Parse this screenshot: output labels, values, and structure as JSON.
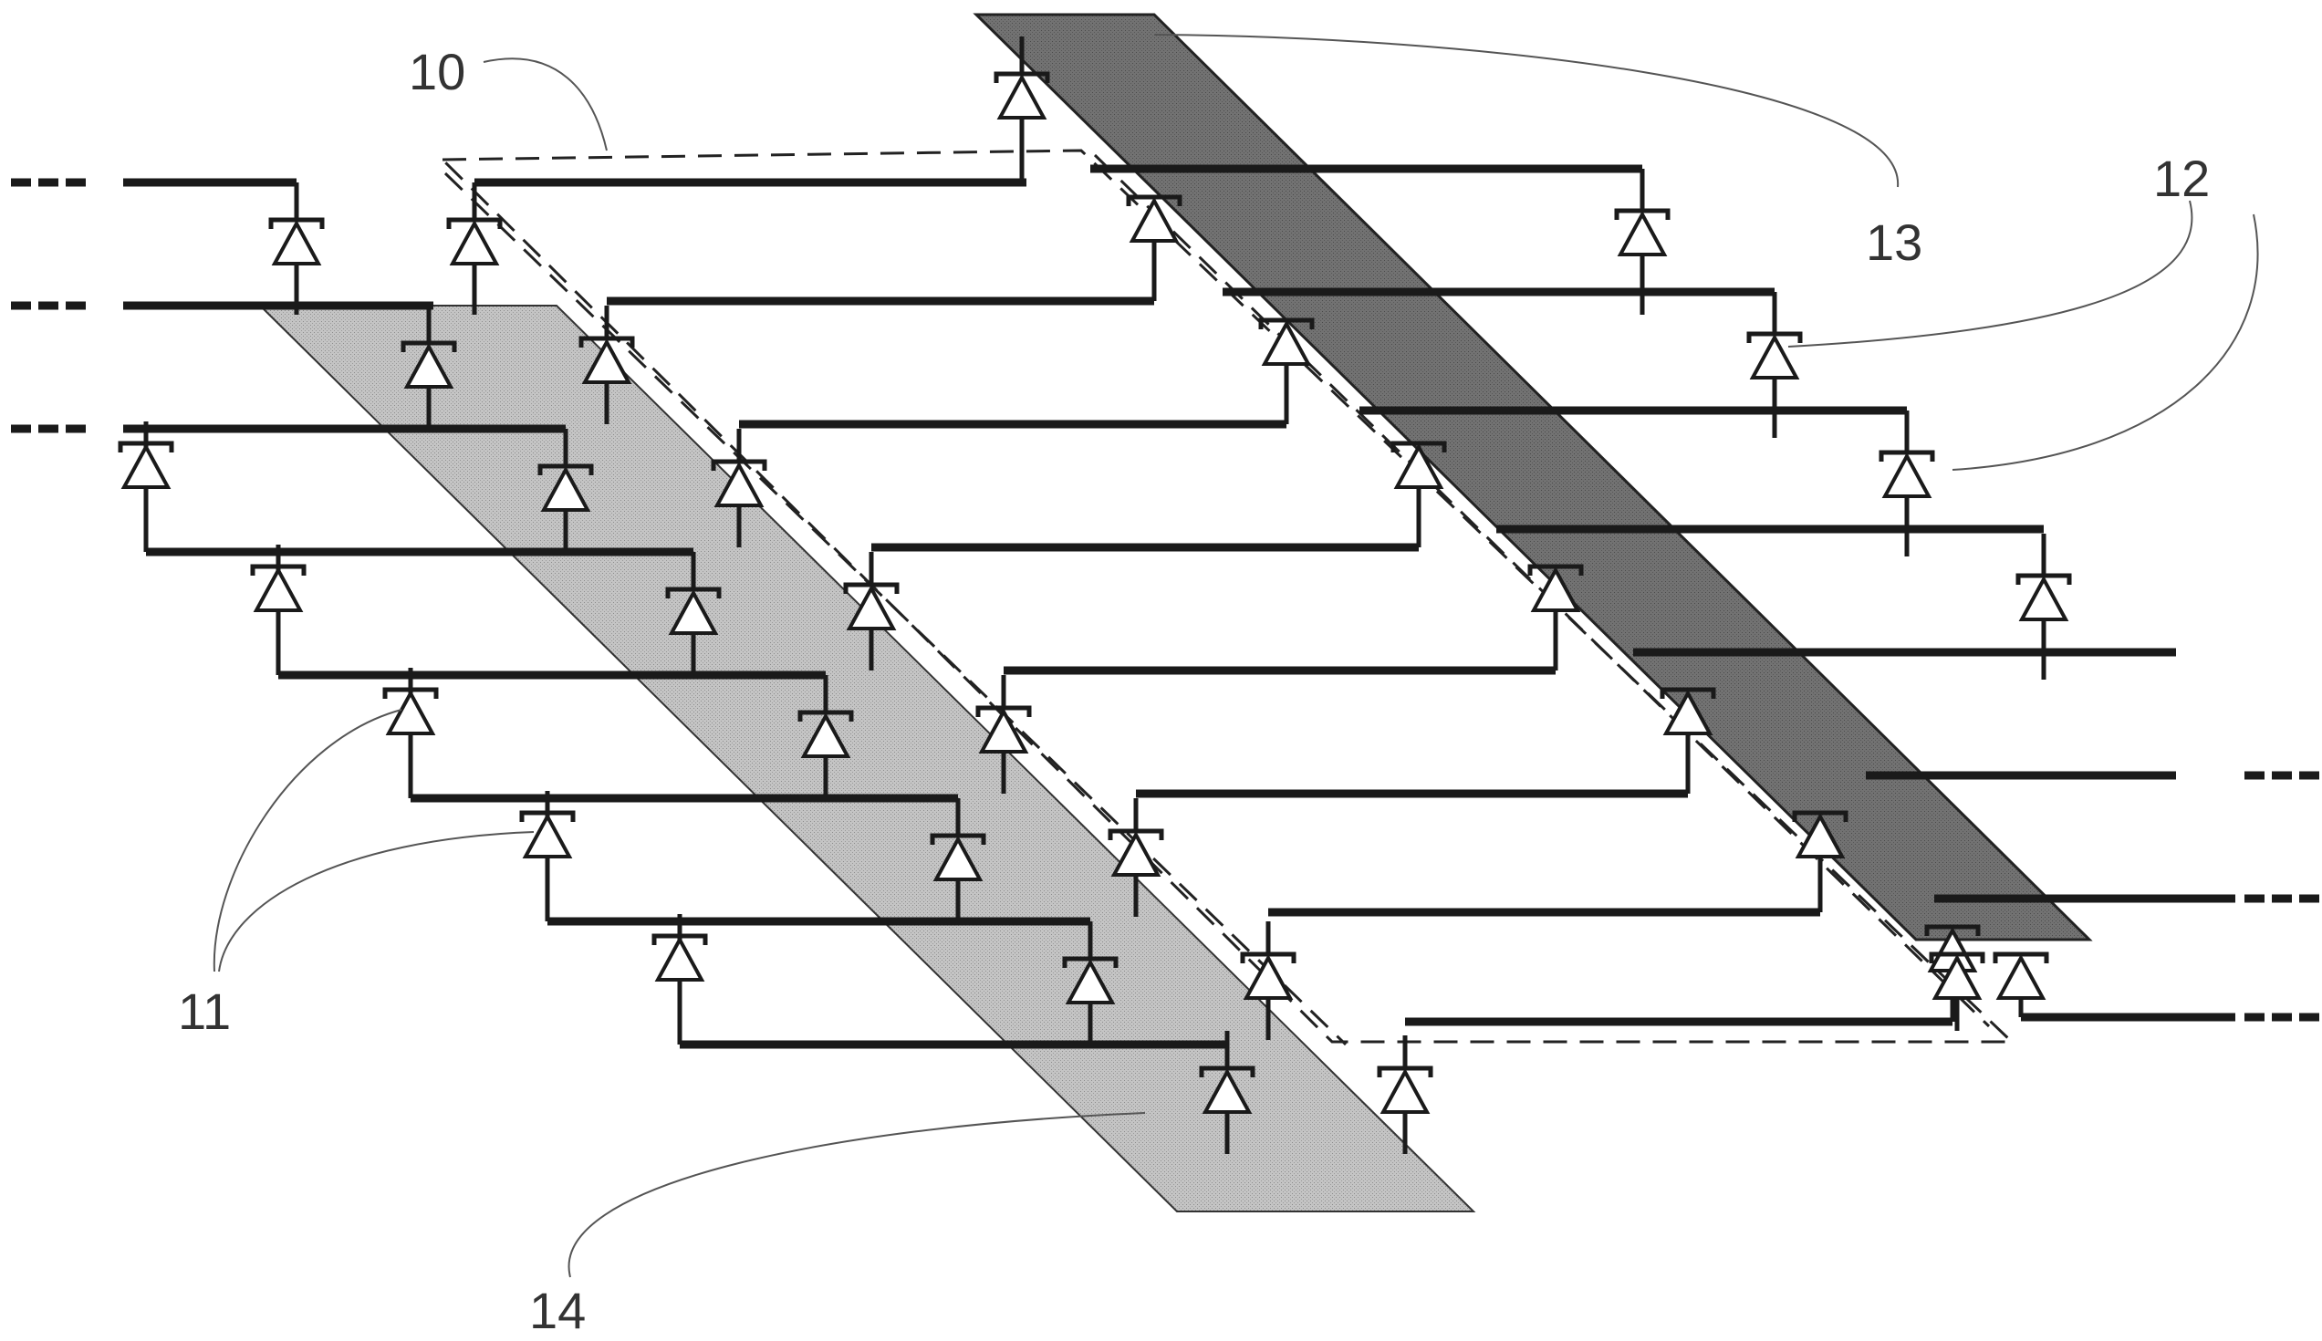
{
  "colors": {
    "line": "#1a1a1a",
    "light_strip": "#b9b9b9",
    "dark_strip": "#6f6f6f",
    "background": "#ffffff"
  },
  "labels": {
    "ref_10": "10",
    "ref_11": "11",
    "ref_12": "12",
    "ref_13": "13",
    "ref_14": "14"
  },
  "icons": {
    "diode": "diode-icon"
  }
}
